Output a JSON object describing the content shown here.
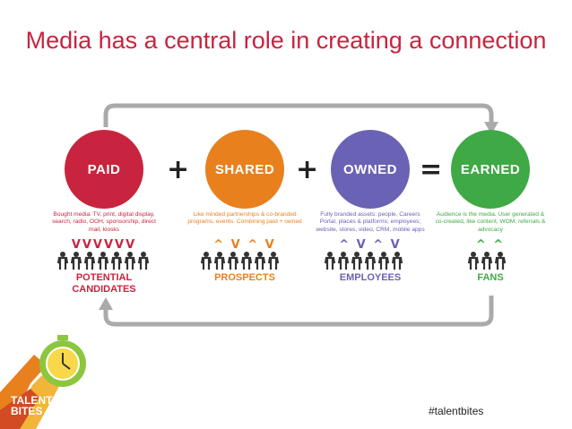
{
  "title": "Media has a central role in creating a connection",
  "hashtag": "#talentbites",
  "logo_text": [
    "TALENT",
    "BITES"
  ],
  "operators": {
    "plus": "+",
    "equals": "="
  },
  "colors": {
    "title": "#c8243f",
    "paid": "#c8243f",
    "shared": "#e8801e",
    "owned": "#6a62b4",
    "earned": "#3fa945",
    "loop": "#aaaaaa"
  },
  "stages": [
    {
      "name": "PAID",
      "desc": "Bought media: TV, print, digital display, search, radio, OOH, sponsorship, direct mail, kiosks",
      "arrows": "VVVVVV",
      "people": 7,
      "label": "POTENTIAL CANDIDATES",
      "color": "#c8243f"
    },
    {
      "name": "SHARED",
      "desc": "Like minded partnerships & co-branded programs, events. Combining paid + owned",
      "arrows": "^ V ^ V",
      "people": 6,
      "label": "PROSPECTS",
      "color": "#e8801e"
    },
    {
      "name": "OWNED",
      "desc": "Fully branded assets: people, Careers Portal, places & platforms; employees; website, stores, video, CRM, mobile apps",
      "arrows": "^ V ^ V",
      "people": 6,
      "label": "EMPLOYEES",
      "color": "#6a62b4"
    },
    {
      "name": "EARNED",
      "desc": "Audience is the media. User generated & co-created, like content, WOM, referrals & advocacy",
      "arrows": "^ ^",
      "people": 3,
      "label": "FANS",
      "color": "#3fa945"
    }
  ]
}
